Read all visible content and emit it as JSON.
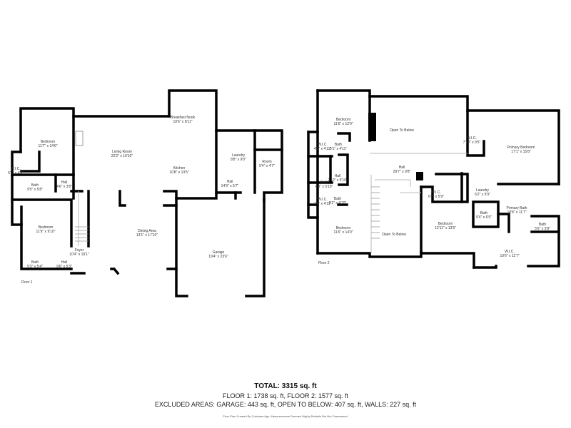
{
  "floor1": {
    "label": "Floor 1",
    "rooms": [
      {
        "name": "Bedroom",
        "dims": "11'7\" x 14'6\""
      },
      {
        "name": "W.I.C.",
        "dims": "5'5\" x 4'6\""
      },
      {
        "name": "Bath",
        "dims": "9'5\" x 5'8\""
      },
      {
        "name": "Hall",
        "dims": "4'6\" x 3'8\""
      },
      {
        "name": "Bedroom",
        "dims": "11'9\" x 9'10\""
      },
      {
        "name": "Bath",
        "dims": "5'3\" x 5'4\""
      },
      {
        "name": "Hall",
        "dims": "9'6\" x 5'3\""
      },
      {
        "name": "Foyer",
        "dims": "10'4\" x 19'1\""
      },
      {
        "name": "Living Room",
        "dims": "22'2\" x 16'10\""
      },
      {
        "name": "Dining Area",
        "dims": "13'1\" x 17'10\""
      },
      {
        "name": "Breakfast Nook",
        "dims": "10'6\" x 8'11\""
      },
      {
        "name": "Kitchen",
        "dims": "10'8\" x 13'5\""
      },
      {
        "name": "Laundry",
        "dims": "8'8\" x 9'0\""
      },
      {
        "name": "Room",
        "dims": "5'4\" x 4'7\""
      },
      {
        "name": "Hall",
        "dims": "14'9\" x 5'7\""
      },
      {
        "name": "Garage",
        "dims": "19'4\" x 23'6\""
      }
    ]
  },
  "floor2": {
    "label": "Floor 2",
    "rooms": [
      {
        "name": "Bedroom",
        "dims": "11'6\" x 12'0\""
      },
      {
        "name": "Open To Below",
        "dims": ""
      },
      {
        "name": "W.I.C.",
        "dims": "4'8\" x 4'11\""
      },
      {
        "name": "Bath",
        "dims": "5'1\" x 4'11\""
      },
      {
        "name": "Hall",
        "dims": "2'10\" x 5'10\""
      },
      {
        "name": "Bath",
        "dims": "4'8\" x 5'10\""
      },
      {
        "name": "W.I.C.",
        "dims": "4'8\" x 4'11\""
      },
      {
        "name": "Bath",
        "dims": "5'1\" x 4'10\""
      },
      {
        "name": "Hall",
        "dims": "29'7\" x 9'8\""
      },
      {
        "name": "Bedroom",
        "dims": "11'6\" x 14'0\""
      },
      {
        "name": "Open To Below",
        "dims": ""
      },
      {
        "name": "W.I.C.",
        "dims": "6'4\" x 5'9\""
      },
      {
        "name": "Bedroom",
        "dims": "12'11\" x 13'5\""
      },
      {
        "name": "W.I.C.",
        "dims": "7'10\" x 9'5\""
      },
      {
        "name": "Primary Bedroom",
        "dims": "17'1\" x 15'8\""
      },
      {
        "name": "Laundry",
        "dims": "6'2\" x 5'9\""
      },
      {
        "name": "Bath",
        "dims": "5'4\" x 6'9\""
      },
      {
        "name": "Primary Bath",
        "dims": "18'8\" x 11'7\""
      },
      {
        "name": "Bath",
        "dims": "5'6\" x 3'8\""
      },
      {
        "name": "W.I.C.",
        "dims": "10'6\" x 11'7\""
      }
    ]
  },
  "summary": {
    "total": "TOTAL: 3315 sq. ft",
    "floors": "FLOOR 1: 1738 sq. ft, FLOOR 2: 1577 sq. ft",
    "excluded": "EXCLUDED AREAS: GARAGE: 443 sq. ft, OPEN TO BELOW: 407 sq. ft, WALLS: 227 sq. ft",
    "credit": "Floor Plan Created By Cubicasa App. Measurements Deemed Highly Reliable But Not Guaranteed."
  }
}
